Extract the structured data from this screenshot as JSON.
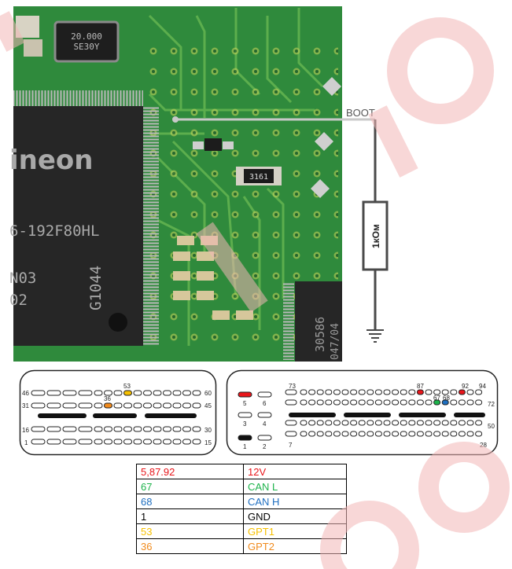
{
  "schematic": {
    "boot_label": "BOOT",
    "resistor_label": "1кОм",
    "chip_brand": "ineon",
    "chip_part": "6-192F80HL",
    "chip_line1": "N03",
    "chip_line2": "02",
    "chip_code": "G1044",
    "crystal_text1": "20.000",
    "crystal_text2": "SE30Y",
    "smd_code": "3161",
    "bosch_chip_text1": "30586",
    "bosch_chip_text2": "047/04"
  },
  "connector_a": {
    "labels": {
      "p46": "46",
      "p60": "60",
      "p31": "31",
      "p45": "45",
      "p16": "16",
      "p30": "30",
      "p1": "1",
      "p15": "15",
      "p53": "53",
      "p36": "36"
    }
  },
  "connector_b": {
    "labels": {
      "p73": "73",
      "p87": "87",
      "p92": "92",
      "p94": "94",
      "p67": "67",
      "p68": "68",
      "p72": "72",
      "p50": "50",
      "p28": "28",
      "p7": "7",
      "p5": "5",
      "p6": "6",
      "p3": "3",
      "p4": "4",
      "p1": "1",
      "p2": "2"
    }
  },
  "pin_table": [
    {
      "pin": "5,87.92",
      "signal": "12V",
      "color": "#e8161b"
    },
    {
      "pin": "67",
      "signal": "CAN L",
      "color": "#1db34b"
    },
    {
      "pin": "68",
      "signal": "CAN H",
      "color": "#1f6fc0"
    },
    {
      "pin": "1",
      "signal": "GND",
      "color": "#000000"
    },
    {
      "pin": "53",
      "signal": "GPT1",
      "color": "#f6c000"
    },
    {
      "pin": "36",
      "signal": "GPT2",
      "color": "#f08a1c"
    }
  ],
  "colors": {
    "pcb_green": "#2f8a3c",
    "pin_12v": "#e8161b",
    "pin_can_l": "#1db34b",
    "pin_can_h": "#1f6fc0",
    "pin_gnd": "#000000",
    "pin_gpt1": "#f6c000",
    "pin_gpt2": "#f08a1c",
    "watermark": "#f2b6b6"
  }
}
